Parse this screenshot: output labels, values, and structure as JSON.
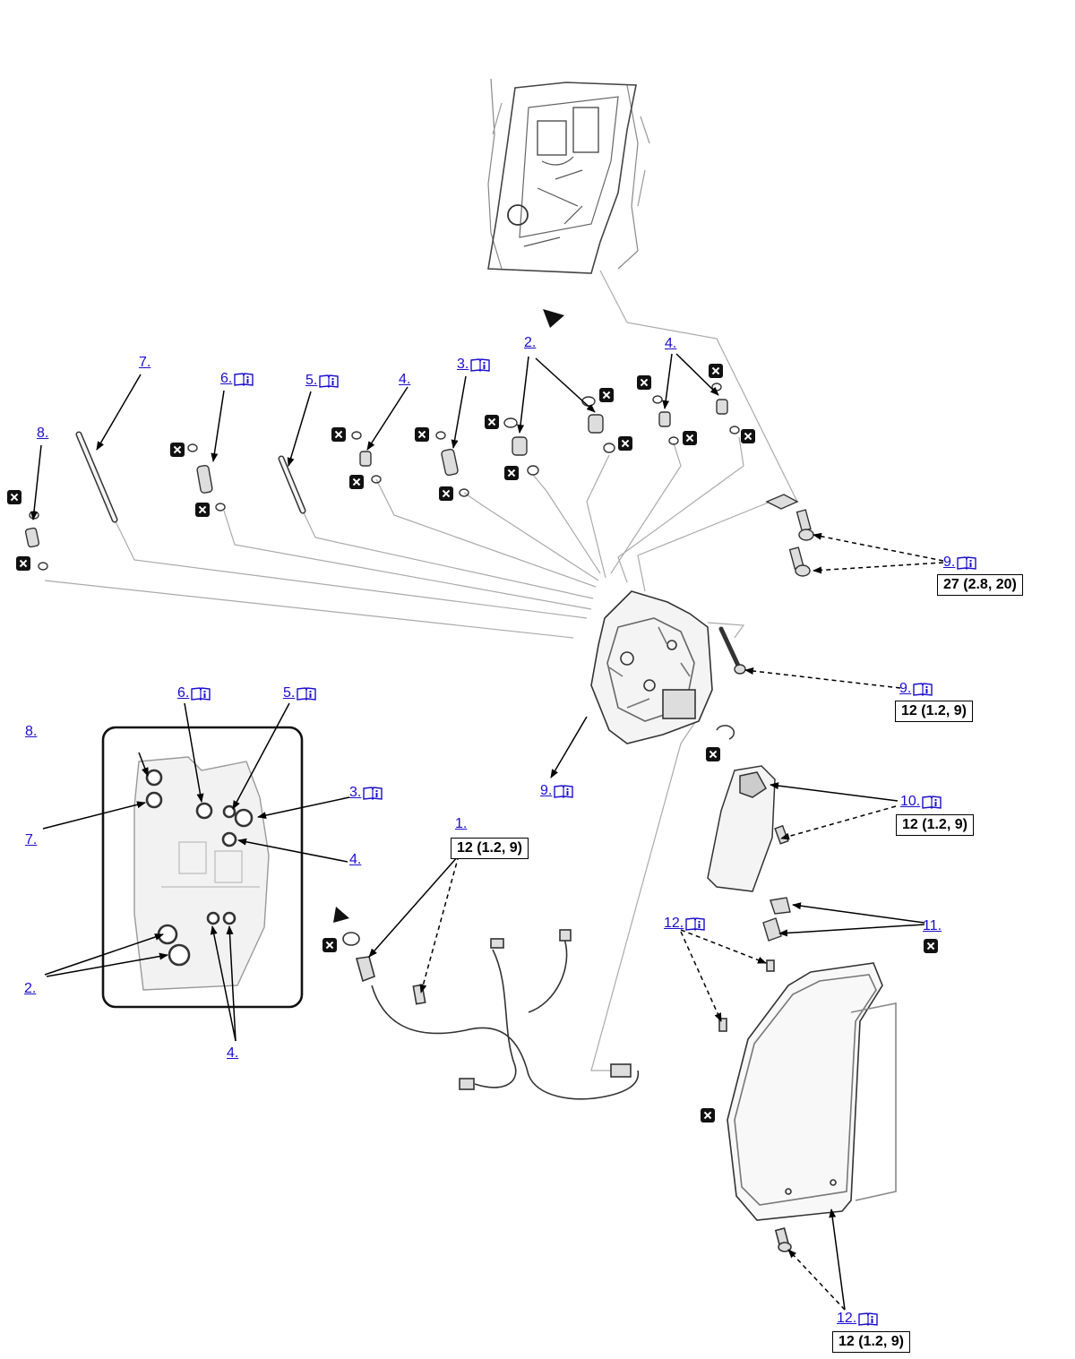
{
  "colors": {
    "link": "#1a0dcc",
    "line": "#000000",
    "leader": "#aaaaaa",
    "part": "#555555"
  },
  "icons": {
    "manual": "book-info-icon",
    "replace": "replace-part-x-icon"
  },
  "callouts": {
    "c1": "1.",
    "c2_top": "2.",
    "c3_top": "3.",
    "c4_top_a": "4.",
    "c4_top_b": "4.",
    "c5_top": "5.",
    "c6_top": "6.",
    "c7_top": "7.",
    "c8_top": "8.",
    "c9_bolts": "9.",
    "c9_bolt_long": "9.",
    "c9_body": "9.",
    "c10": "10.",
    "c11": "11.",
    "c12_pins": "12.",
    "c12_bolt": "12.",
    "inset_2": "2.",
    "inset_3": "3.",
    "inset_4_right": "4.",
    "inset_4_bottom": "4.",
    "inset_5": "5.",
    "inset_6": "6.",
    "inset_7": "7.",
    "inset_8": "8."
  },
  "torques": {
    "t1": "12 (1.2, 9)",
    "t9_bolts": "27 (2.8, 20)",
    "t9_long": "12 (1.2, 9)",
    "t10": "12 (1.2, 9)",
    "t12": "12 (1.2, 9)"
  }
}
